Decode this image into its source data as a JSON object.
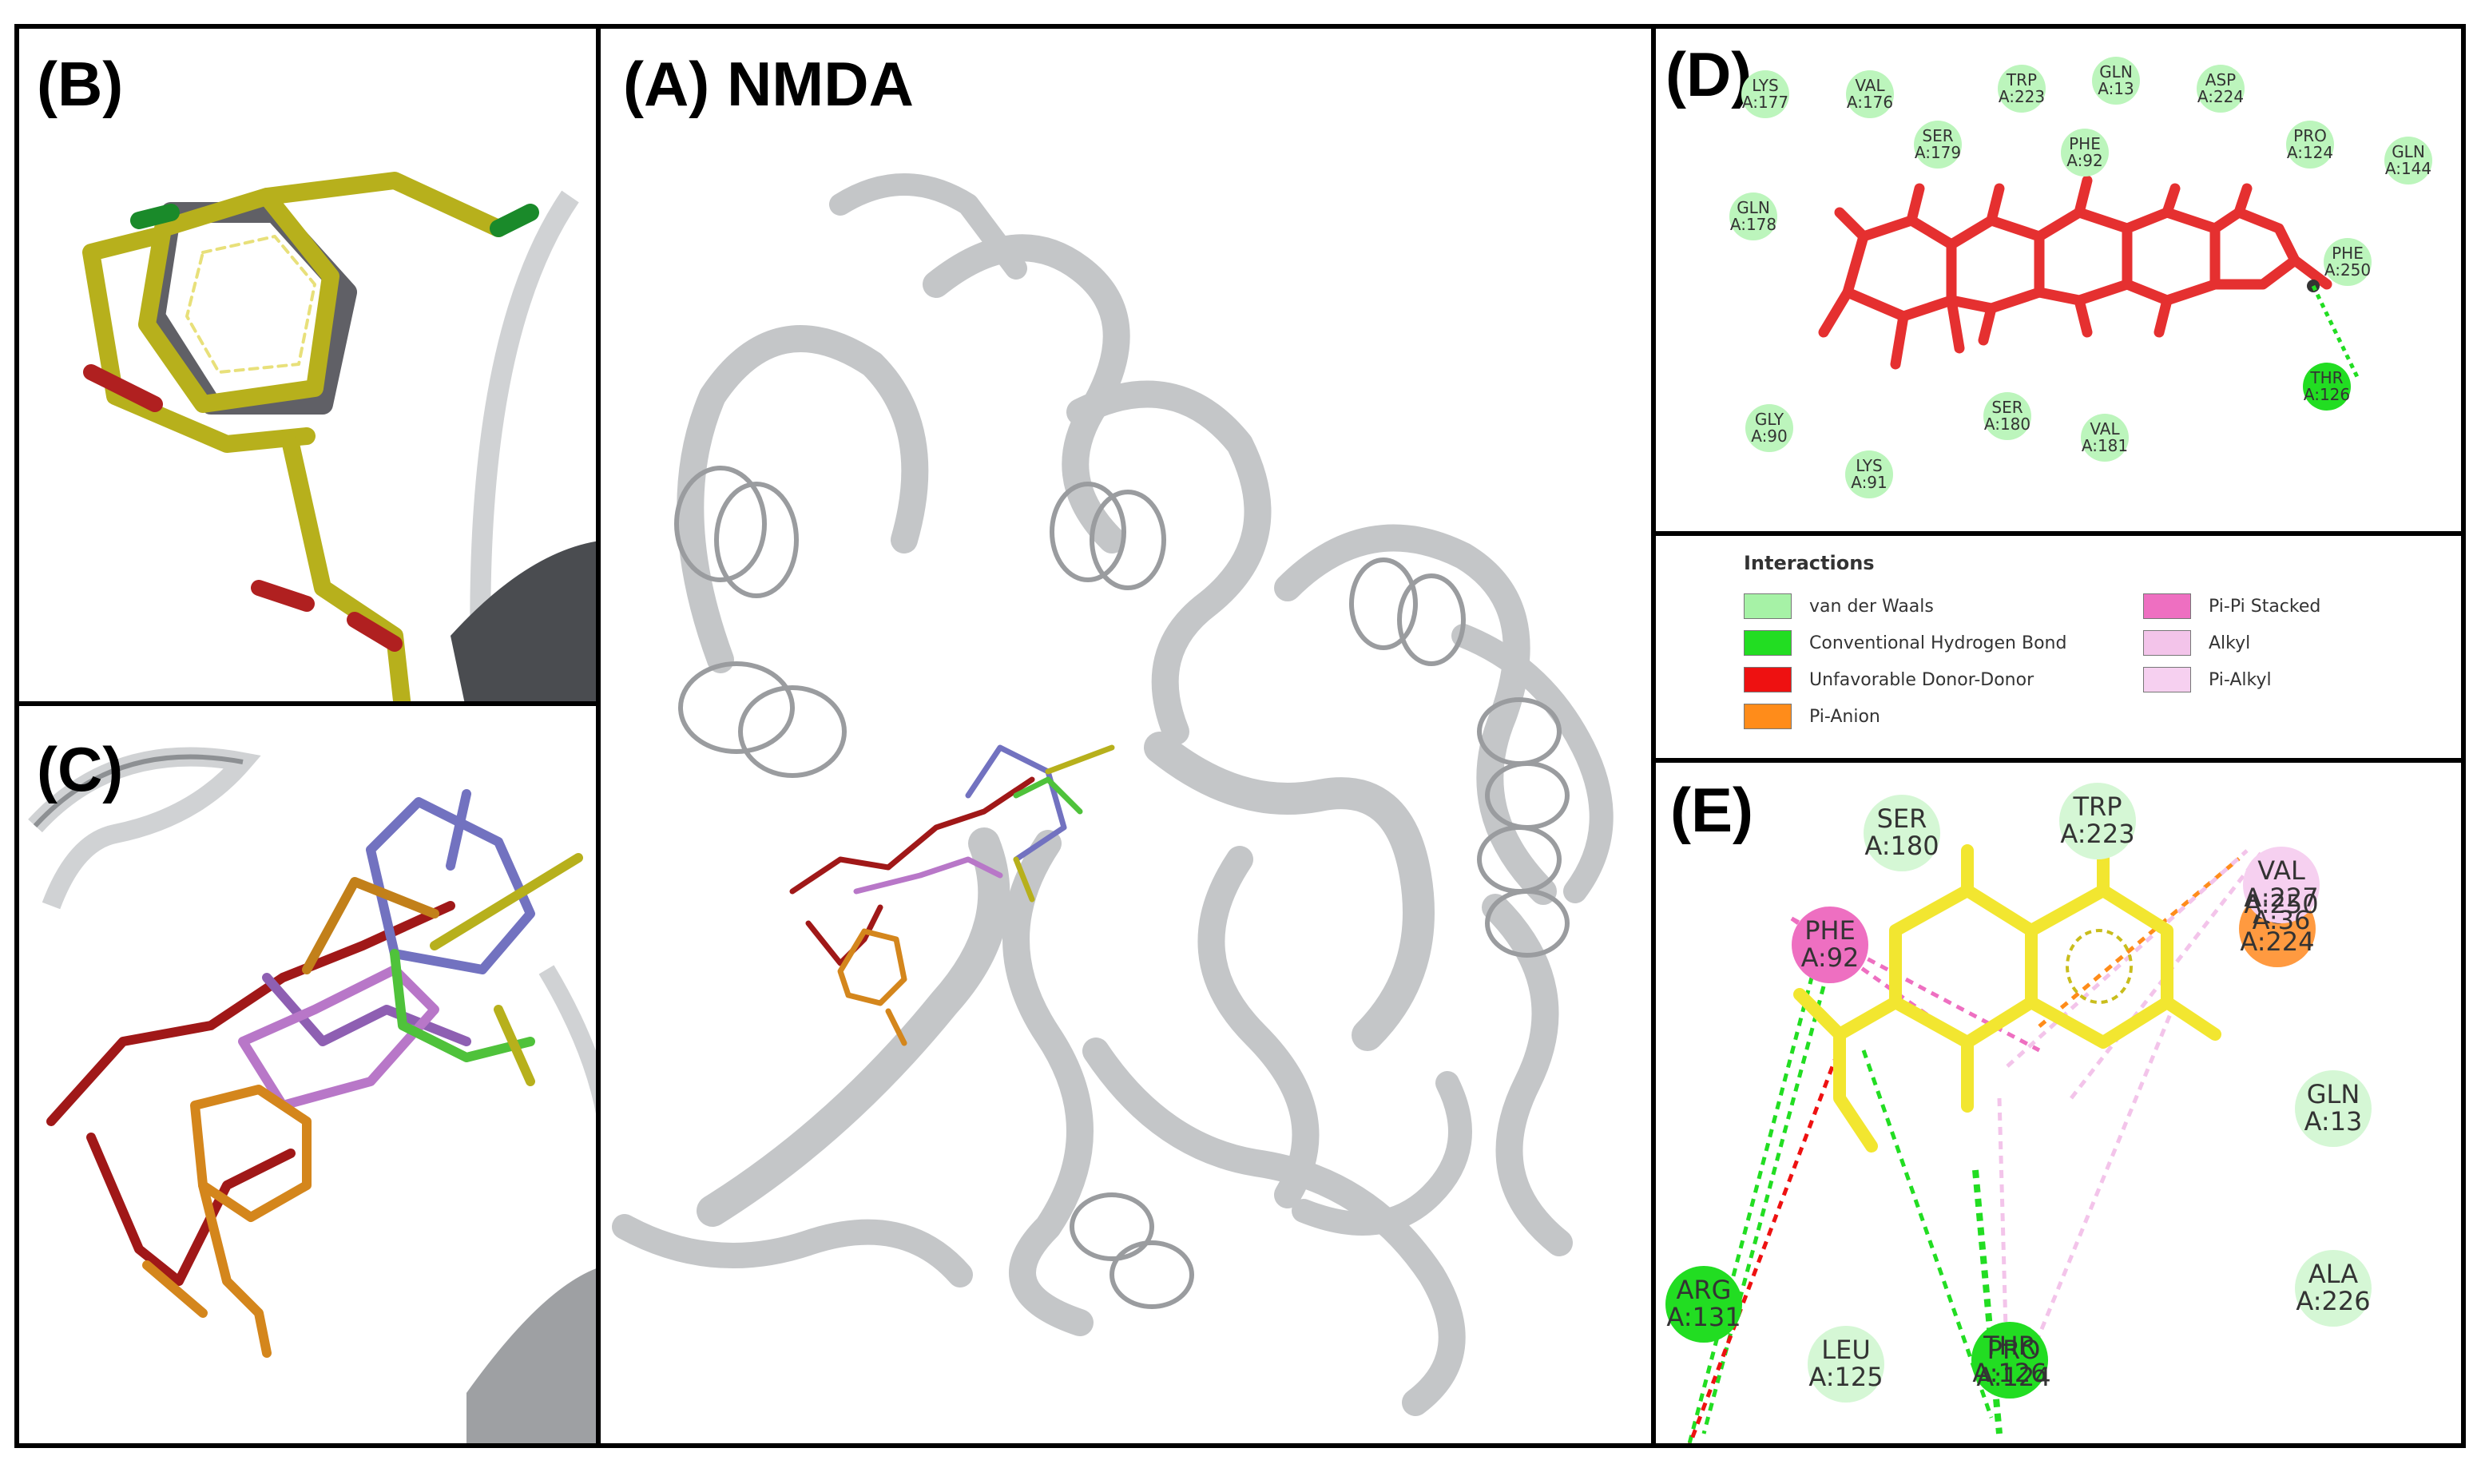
{
  "panels": {
    "A": {
      "label": "(A) NMDA"
    },
    "B": {
      "label": "(B)"
    },
    "C": {
      "label": "(C)"
    },
    "D": {
      "label": "(D)"
    },
    "E": {
      "label": "(E)"
    }
  },
  "colors": {
    "van_der_waals": "#a6f2a6",
    "conventional_hbond": "#22dd22",
    "unfavorable_donor_donor": "#ee1111",
    "pi_anion": "#ff8c1a",
    "pi_pi_stacked": "#ee6fc1",
    "alkyl": "#f3c4ea",
    "pi_alkyl": "#f6d0f0",
    "ligand_d": "#e53030",
    "ligand_e": "#f2e630",
    "protein": "#c4c6c8"
  },
  "panel_d": {
    "residues": [
      {
        "name": "LYS",
        "id": "A:177"
      },
      {
        "name": "VAL",
        "id": "A:176"
      },
      {
        "name": "TRP",
        "id": "A:223"
      },
      {
        "name": "GLN",
        "id": "A:13"
      },
      {
        "name": "ASP",
        "id": "A:224"
      },
      {
        "name": "SER",
        "id": "A:179"
      },
      {
        "name": "PHE",
        "id": "A:92"
      },
      {
        "name": "PRO",
        "id": "A:124"
      },
      {
        "name": "GLN",
        "id": "A:144"
      },
      {
        "name": "GLN",
        "id": "A:178"
      },
      {
        "name": "PHE",
        "id": "A:250"
      },
      {
        "name": "THR",
        "id": "A:126"
      },
      {
        "name": "GLY",
        "id": "A:90"
      },
      {
        "name": "SER",
        "id": "A:180"
      },
      {
        "name": "VAL",
        "id": "A:181"
      },
      {
        "name": "LYS",
        "id": "A:91"
      }
    ]
  },
  "legend": {
    "title": "Interactions",
    "items": [
      {
        "label": "van der Waals",
        "color_key": "van_der_waals"
      },
      {
        "label": "Conventional Hydrogen Bond",
        "color_key": "conventional_hbond"
      },
      {
        "label": "Unfavorable Donor-Donor",
        "color_key": "unfavorable_donor_donor"
      },
      {
        "label": "Pi-Anion",
        "color_key": "pi_anion"
      },
      {
        "label": "Pi-Pi Stacked",
        "color_key": "pi_pi_stacked"
      },
      {
        "label": "Alkyl",
        "color_key": "alkyl"
      },
      {
        "label": "Pi-Alkyl",
        "color_key": "pi_alkyl"
      }
    ]
  },
  "panel_e": {
    "residues": [
      {
        "name": "SER",
        "id": "A:180"
      },
      {
        "name": "TRP",
        "id": "A:223"
      },
      {
        "name": "PHE",
        "id": "A:92"
      },
      {
        "name": "VAL",
        "id": "A:227"
      },
      {
        "name": "ASP",
        "id": "A:224"
      },
      {
        "name": "GLN",
        "id": "A:13"
      },
      {
        "name": "ALA",
        "id": "A:226"
      },
      {
        "name": "ARG",
        "id": "A:131"
      },
      {
        "name": "LEU",
        "id": "A:125"
      },
      {
        "name": "THR",
        "id": "A:126"
      }
    ],
    "overlapping_labels": [
      {
        "name": "",
        "id": "A:250"
      },
      {
        "name": "",
        "id": "A:36"
      },
      {
        "name": "PRO",
        "id": "A:124"
      }
    ]
  }
}
